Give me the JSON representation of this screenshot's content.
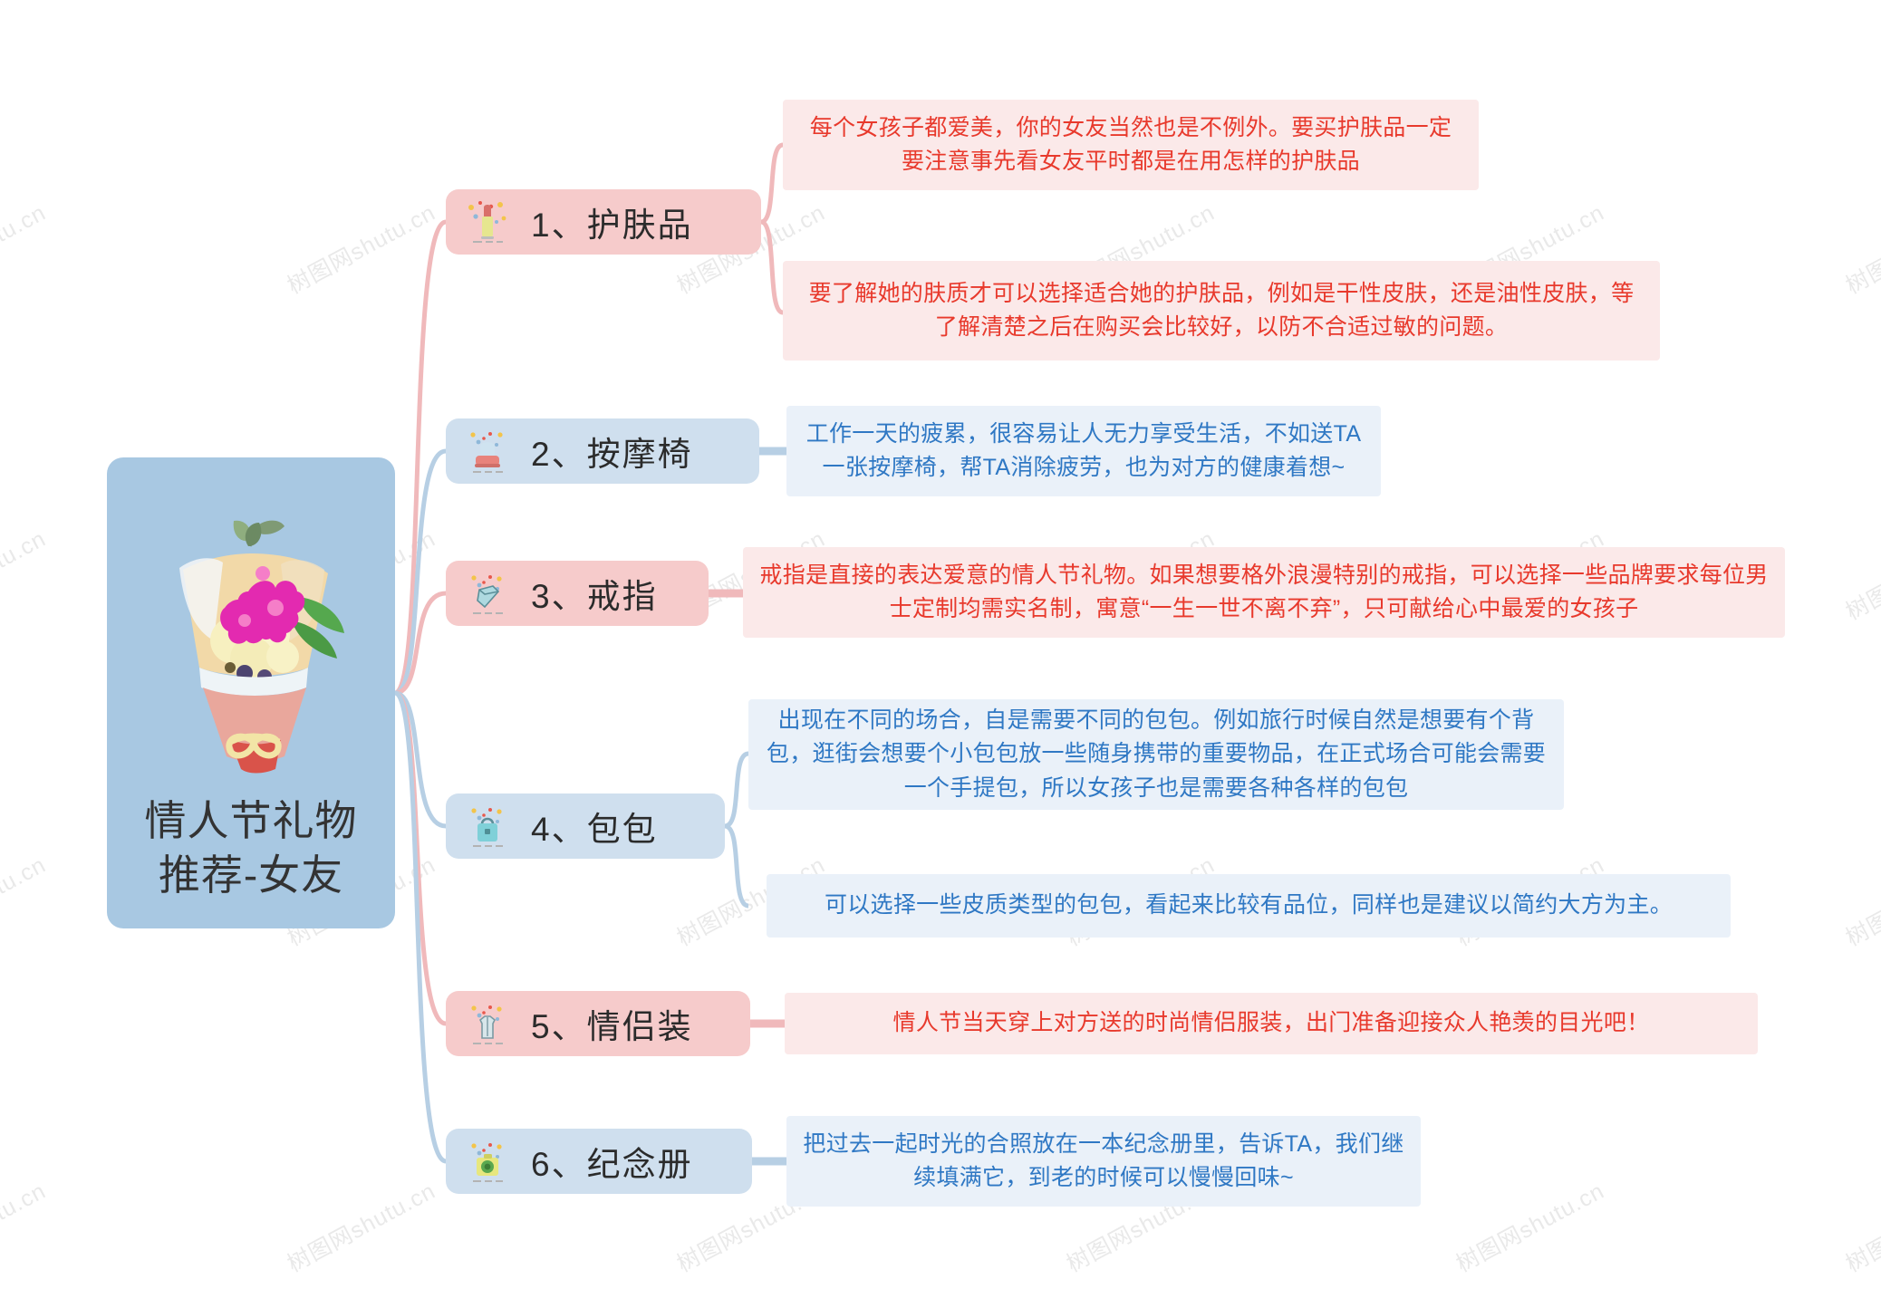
{
  "watermark": {
    "text": "树图网shutu.cn"
  },
  "root": {
    "title_line1": "情人节礼物",
    "title_line2": "推荐-女友",
    "icon": "bouquet-illustration",
    "color": "#a8c8e2"
  },
  "colors": {
    "pink_node": "#f6cbcb",
    "blue_node": "#cfdfee",
    "red_text": "#e8392c",
    "blue_text": "#2f78c4",
    "red_box": "#fbe9e9",
    "blue_box": "#eaf1f9",
    "pink_link": "#f0b9bb",
    "blue_link": "#b7cfe4"
  },
  "branches": [
    {
      "label": "1、护肤品",
      "icon": "lipstick-icon",
      "theme": "pink",
      "details": [
        "每个女孩子都爱美，你的女友当然也是不例外。要买护肤品一定要注意事先看女友平时都是在用怎样的护肤品",
        "要了解她的肤质才可以选择适合她的护肤品，例如是干性皮肤，还是油性皮肤，等了解清楚之后在购买会比较好，以防不合适过敏的问题。"
      ]
    },
    {
      "label": "2、按摩椅",
      "icon": "massage-chair-icon",
      "theme": "blue",
      "details": [
        "工作一天的疲累，很容易让人无力享受生活，不如送TA一张按摩椅，帮TA消除疲劳，也为对方的健康着想~"
      ]
    },
    {
      "label": "3、戒指",
      "icon": "ring-box-icon",
      "theme": "pink",
      "details": [
        "戒指是直接的表达爱意的情人节礼物。如果想要格外浪漫特别的戒指，可以选择一些品牌要求每位男士定制均需实名制，寓意“一生一世不离不弃”，只可献给心中最爱的女孩子"
      ]
    },
    {
      "label": "4、包包",
      "icon": "handbag-icon",
      "theme": "blue",
      "details": [
        "出现在不同的场合，自是需要不同的包包。例如旅行时候自然是想要有个背包，逛街会想要个小包包放一些随身携带的重要物品，在正式场合可能会需要一个手提包，所以女孩子也是需要各种各样的包包",
        "可以选择一些皮质类型的包包，看起来比较有品位，同样也是建议以简约大方为主。"
      ]
    },
    {
      "label": "5、情侣装",
      "icon": "couple-shirt-icon",
      "theme": "pink",
      "details": [
        "情人节当天穿上对方送的时尚情侣服装，出门准备迎接众人艳羡的目光吧！"
      ]
    },
    {
      "label": "6、纪念册",
      "icon": "camera-album-icon",
      "theme": "blue",
      "details": [
        "把过去一起时光的合照放在一本纪念册里，告诉TA，我们继续填满它，到老的时候可以慢慢回味~"
      ]
    }
  ]
}
